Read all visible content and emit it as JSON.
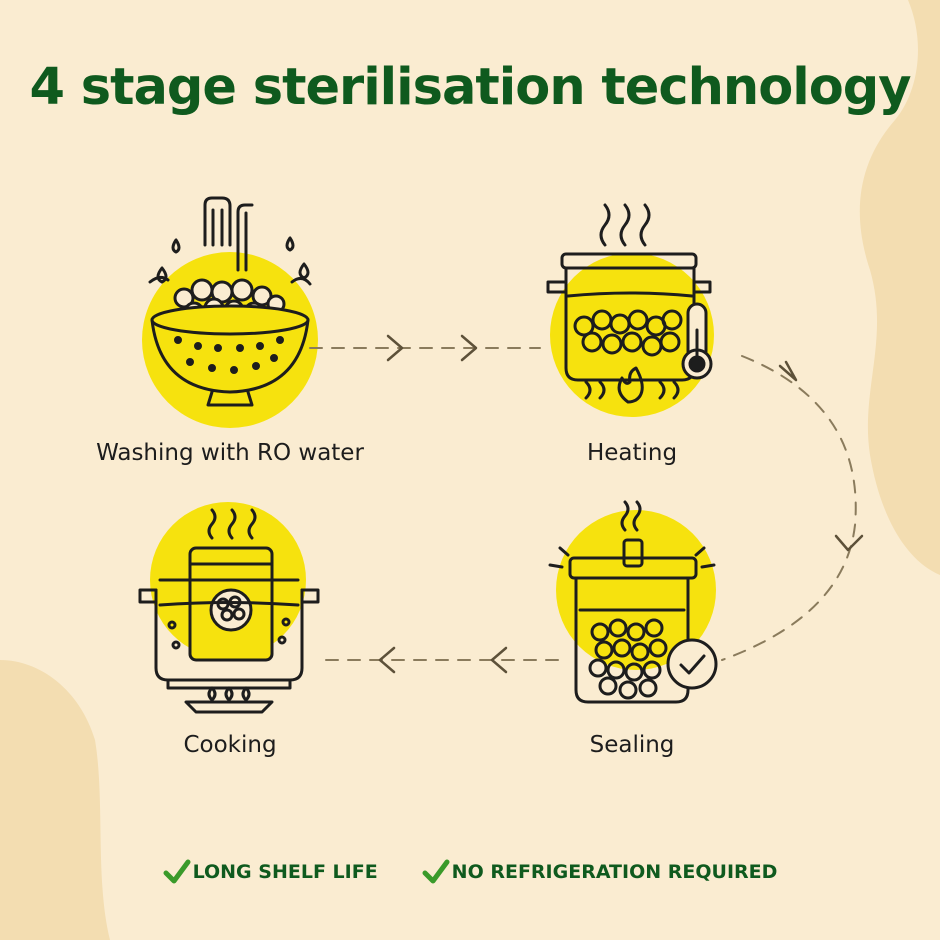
{
  "title": "4 stage sterilisation technology",
  "stages": [
    {
      "label": "Washing with RO water",
      "icon": "colander-washing-icon"
    },
    {
      "label": "Heating",
      "icon": "pot-heating-icon"
    },
    {
      "label": "Sealing",
      "icon": "sealed-jar-icon"
    },
    {
      "label": "Cooking",
      "icon": "pouch-cooking-icon"
    }
  ],
  "badges": [
    "LONG SHELF LIFE",
    "NO REFRIGERATION REQUIRED"
  ],
  "colors": {
    "background": "#faecd1",
    "blob": "#f3ddb1",
    "highlight": "#f6e20e",
    "title": "#0f5a1e",
    "check": "#3a9a2a",
    "line": "#1d1d1d",
    "dash": "#8a7b5c"
  }
}
